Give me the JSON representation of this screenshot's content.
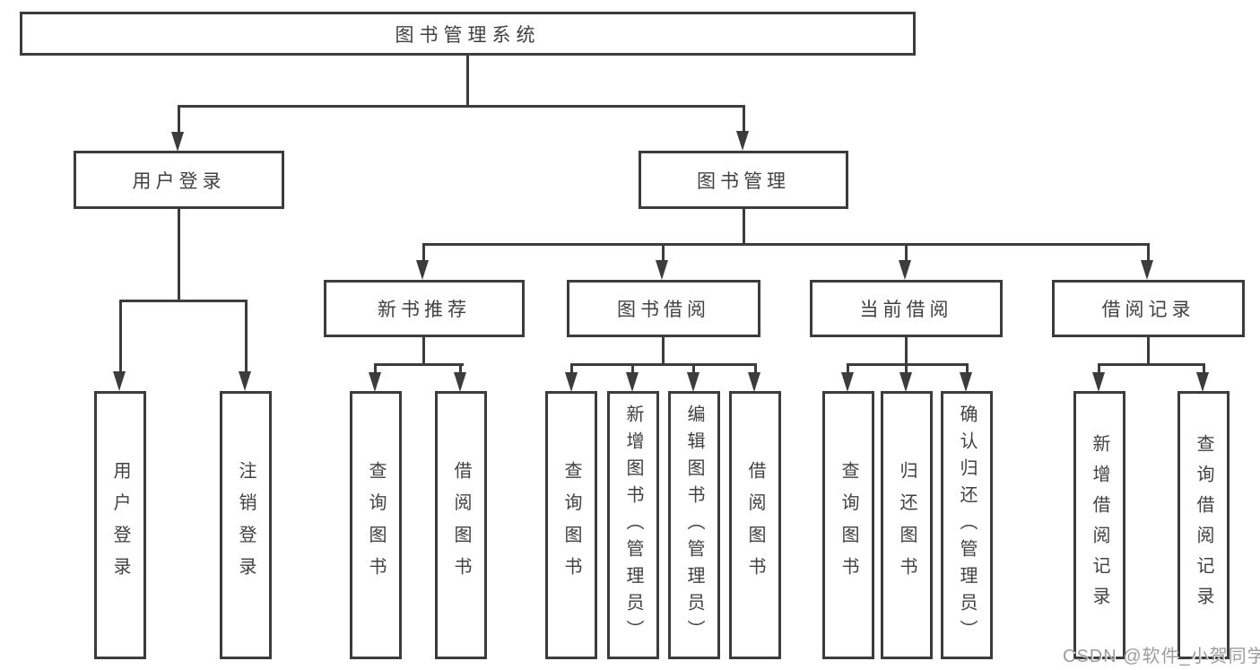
{
  "tree": {
    "root": "图书管理系统",
    "level2": [
      {
        "label": "用户登录"
      },
      {
        "label": "图书管理"
      }
    ],
    "level3": [
      {
        "label": "新书推荐"
      },
      {
        "label": "图书借阅"
      },
      {
        "label": "当前借阅"
      },
      {
        "label": "借阅记录"
      }
    ],
    "leaves": {
      "user": [
        "用户登录",
        "注销登录"
      ],
      "newbook": [
        "查询图书",
        "借阅图书"
      ],
      "borrow": [
        "查询图书",
        "新增图书（管理员）",
        "编辑图书（管理员）",
        "借阅图书"
      ],
      "current": [
        "查询图书",
        "归还图书",
        "确认归还（管理员）"
      ],
      "record": [
        "新增借阅记录",
        "查询借阅记录"
      ]
    }
  },
  "watermark": "CSDN @软件_小贺同学",
  "colors": {
    "line": "#3c3c3c",
    "text": "#414141",
    "watermark": "#9c9c9c",
    "background": "#ffffff"
  }
}
